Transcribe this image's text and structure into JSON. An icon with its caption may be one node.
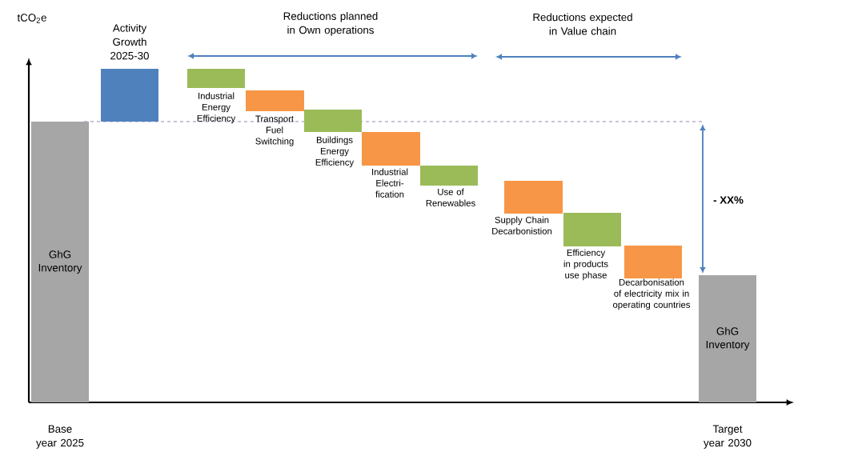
{
  "diagram": {
    "nodes": [
      {
        "text": [
          "GhG Inventory"
        ],
        "beside": [
          "Base year 2025"
        ]
      },
      {
        "text": [],
        "shape": "bar",
        "beside": [
          "Activity Growth 2025-30"
        ]
      },
      {
        "text": [],
        "shape": "bar",
        "beside": [
          "Industrial Energy Efficiency"
        ]
      },
      {
        "text": [],
        "shape": "bar",
        "beside": [
          "Transport Fuel Switching"
        ]
      },
      {
        "text": [],
        "shape": "bar",
        "beside": [
          "Buildings Energy Efficiency"
        ]
      },
      {
        "text": [],
        "shape": "bar",
        "beside": [
          "Industrial Electri- fication"
        ]
      },
      {
        "text": [],
        "shape": "bar",
        "beside": [
          "Use of Renewables"
        ]
      },
      {
        "text": [],
        "shape": "bar",
        "beside": [
          "Supply Chain Decarbonistion"
        ]
      },
      {
        "text": [],
        "shape": "bar",
        "beside": [
          "Efficiency in products use phase"
        ]
      },
      {
        "text": [],
        "shape": "bar",
        "beside": [
          "Decarbonisation of electricity mix in operating countries"
        ]
      },
      {
        "text": [
          "GhG Inventory"
        ],
        "beside": [
          "Target year 2030"
        ]
      }
    ],
    "labels": [
      "tCO$_{2}$e",
      "Reductions planned in Own operations",
      "Reductions expected in Value chain",
      "**- XX%**"
    ]
  }
}
